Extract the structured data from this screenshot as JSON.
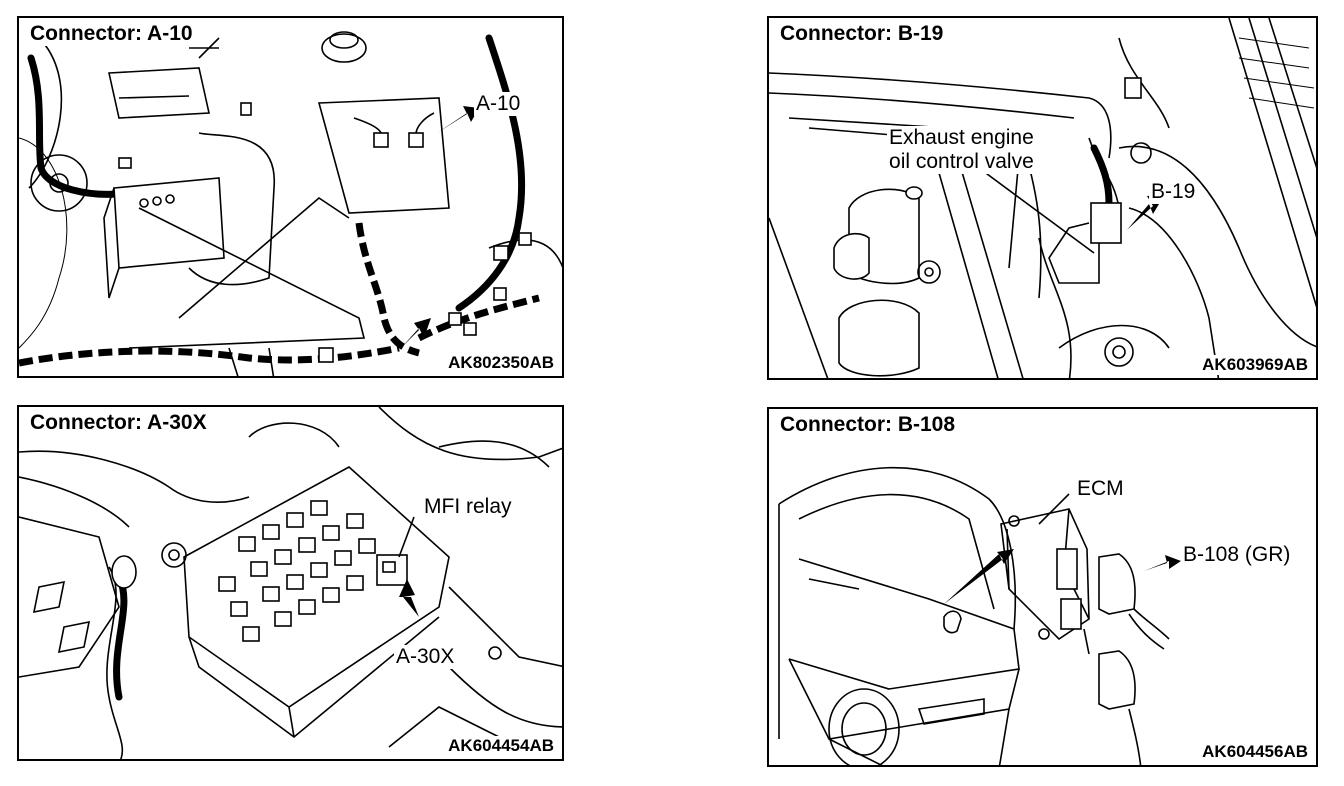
{
  "panels": [
    {
      "title": "Connector: A-10",
      "callouts": [
        "A-10"
      ],
      "code": "AK802350AB"
    },
    {
      "title": "Connector: B-19",
      "callouts": [
        "Exhaust engine\noil control valve",
        "B-19"
      ],
      "code": "AK603969AB"
    },
    {
      "title": "Connector: A-30X",
      "callouts": [
        "MFI relay",
        "A-30X"
      ],
      "code": "AK604454AB"
    },
    {
      "title": "Connector: B-108",
      "callouts": [
        "ECM",
        "B-108 (GR)"
      ],
      "code": "AK604456AB"
    }
  ]
}
